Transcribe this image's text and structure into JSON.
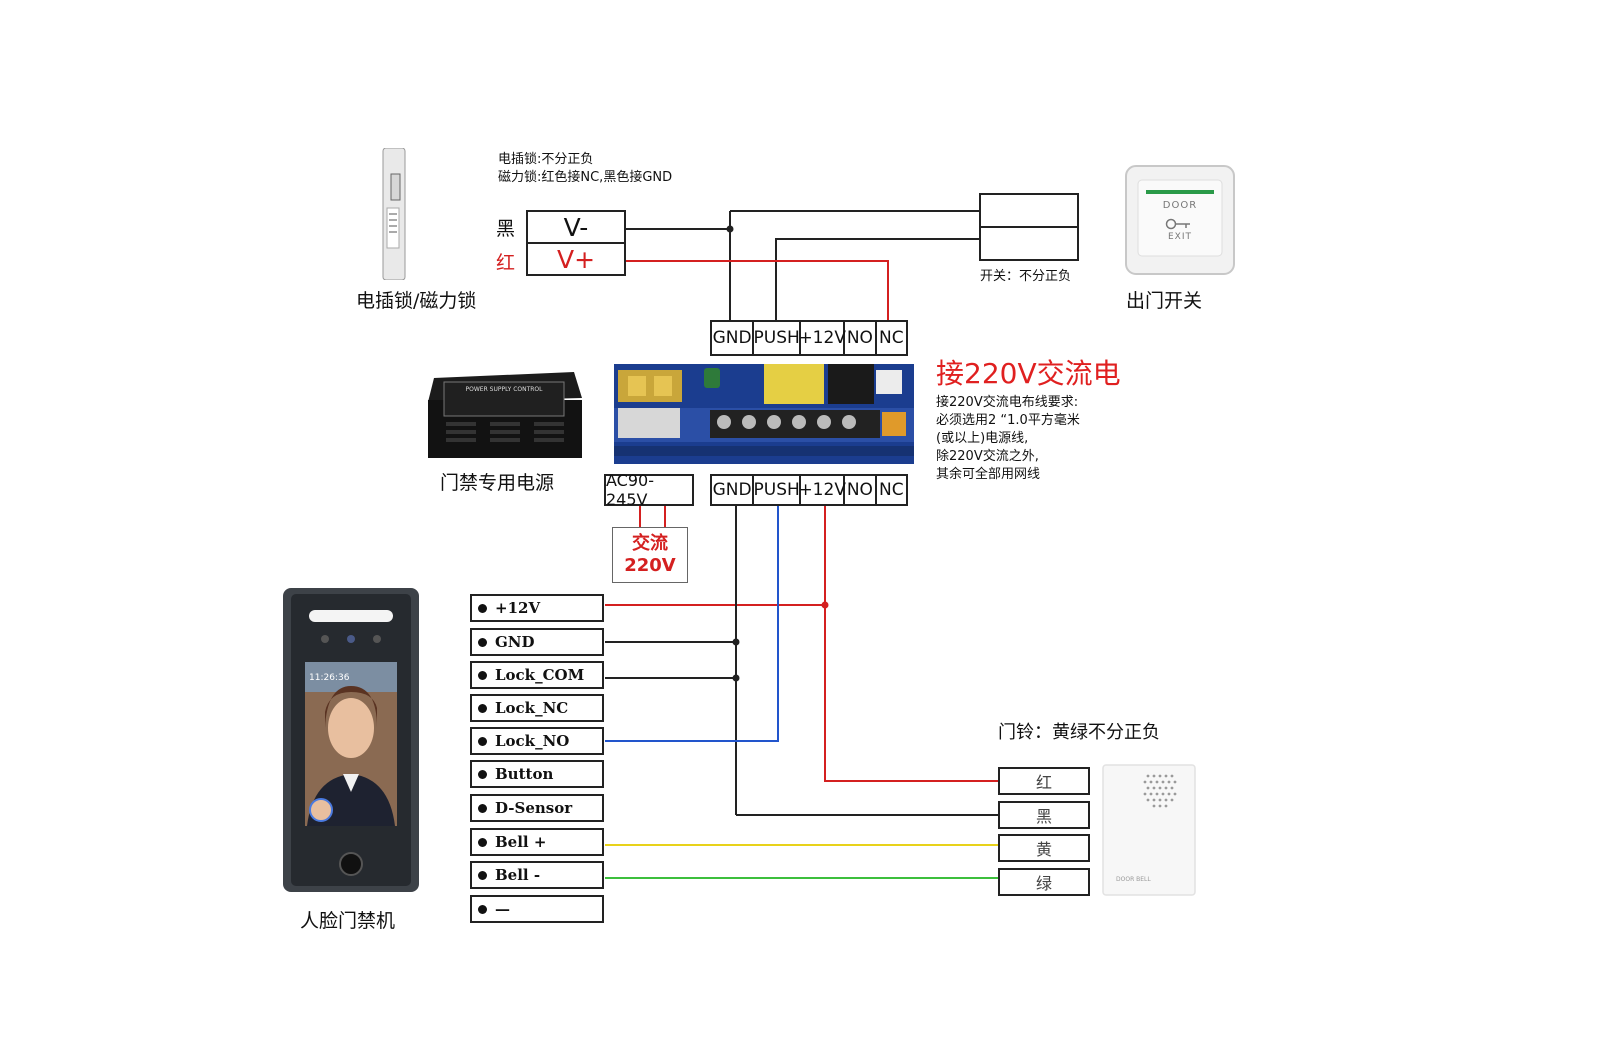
{
  "lock": {
    "caption": "电插锁/磁力锁",
    "note_line1": "电插锁:不分正负",
    "note_line2": "磁力锁:红色接NC,黑色接GND",
    "black_label": "黑",
    "red_label": "红",
    "v_minus": "V-",
    "v_plus": "V+"
  },
  "exit_button": {
    "caption": "出门开关",
    "note": "开关：不分正负",
    "face_top": "DOOR",
    "face_bottom": "EXIT"
  },
  "top_terminals": [
    "GND",
    "PUSH",
    "+12V",
    "NO",
    "NC"
  ],
  "bottom_terminals": [
    "GND",
    "PUSH",
    "+12V",
    "NO",
    "NC"
  ],
  "power_supply": {
    "caption": "门禁专用电源",
    "box_text": "POWER SUPPLY CONTROL",
    "ac_terminal": "AC90-245V",
    "ac_label_line1": "交流",
    "ac_label_line2": "220V"
  },
  "ac_info": {
    "title": "接220V交流电",
    "line1": "接220V交流电布线要求:",
    "line2": "必须选用2 “1.0平方毫米",
    "line3": "(或以上)电源线,",
    "line4": "除220V交流之外,",
    "line5": "其余可全部用网线"
  },
  "face_terminal": {
    "caption": "人脸门禁机",
    "screen_time": "11:26:36",
    "pins": [
      "+12V",
      "GND",
      "Lock_COM",
      "Lock_NC",
      "Lock_NO",
      "Button",
      "D-Sensor",
      "Bell +",
      "Bell -",
      "—"
    ]
  },
  "doorbell": {
    "caption": "门铃：黄绿不分正负",
    "terminals": [
      "红",
      "黑",
      "黄",
      "绿"
    ],
    "device_text": "DOOR BELL"
  },
  "colors": {
    "red_wire": "#d42020",
    "black_wire": "#222222",
    "blue_wire": "#2255cc",
    "yellow_wire": "#e8d21a",
    "green_wire": "#3cbf3c",
    "title_red": "#e02020"
  }
}
